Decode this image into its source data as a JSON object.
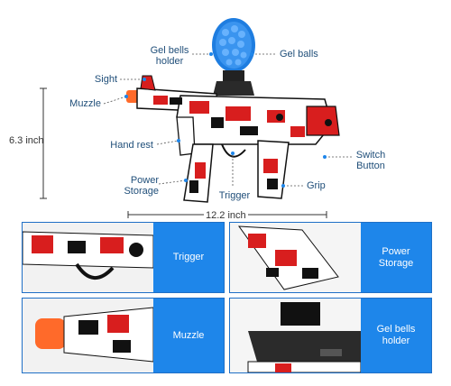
{
  "callouts": {
    "gel_bells_holder": "Gel bells\nholder",
    "gel_balls": "Gel balls",
    "sight": "Sight",
    "muzzle": "Muzzle",
    "hand_rest": "Hand rest",
    "switch_button": "Switch\nButton",
    "power_storage": "Power\nStorage",
    "trigger": "Trigger",
    "grip": "Grip"
  },
  "dimensions": {
    "height": "6.3 inch",
    "length": "12.2 inch"
  },
  "detail_panels": [
    {
      "label": "Trigger"
    },
    {
      "label": "Power\nStorage"
    },
    {
      "label": "Muzzle"
    },
    {
      "label": "Gel bells\nholder"
    }
  ],
  "colors": {
    "callout_text": "#1f4e79",
    "panel_tag": "#1e86ea",
    "panel_border": "#1f6fc6",
    "gel_ball_blue": "#1e7de0",
    "body_red": "#d81e1e",
    "muzzle_orange": "#ff6a2a"
  }
}
